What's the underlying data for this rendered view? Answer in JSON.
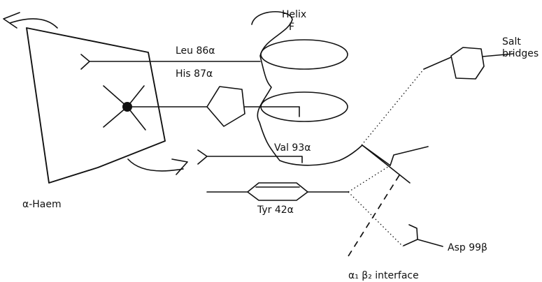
{
  "labels": {
    "helix_line1": "Helix",
    "helix_line2": "F",
    "leu": "Leu 86α",
    "his": "His 87α",
    "val": "Val 93α",
    "salt_line1": "Salt",
    "salt_line2": "bridges",
    "haem": "α-Haem",
    "tyr": "Tyr 42α",
    "asp": "Asp 99β",
    "interface": "α₁ β₂ interface"
  }
}
